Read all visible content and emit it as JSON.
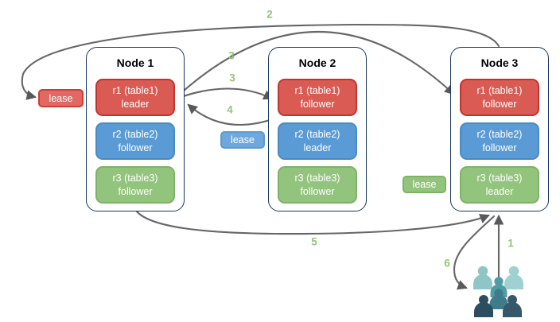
{
  "nodes": [
    {
      "title": "Node 1",
      "replicas": [
        {
          "name": "r1 (table1)",
          "role": "leader"
        },
        {
          "name": "r2 (table2)",
          "role": "follower"
        },
        {
          "name": "r3 (table3)",
          "role": "follower"
        }
      ]
    },
    {
      "title": "Node 2",
      "replicas": [
        {
          "name": "r1 (table1)",
          "role": "follower"
        },
        {
          "name": "r2 (table2)",
          "role": "leader"
        },
        {
          "name": "r3 (table3)",
          "role": "follower"
        }
      ]
    },
    {
      "title": "Node 3",
      "replicas": [
        {
          "name": "r1 (table1)",
          "role": "follower"
        },
        {
          "name": "r2 (table2)",
          "role": "follower"
        },
        {
          "name": "r3 (table3)",
          "role": "leader"
        }
      ]
    }
  ],
  "leases": [
    {
      "label": "lease",
      "color": "#e06963"
    },
    {
      "label": "lease",
      "color": "#6fa8dc"
    },
    {
      "label": "lease",
      "color": "#93c47d"
    }
  ],
  "steps": [
    {
      "text": "2"
    },
    {
      "text": "3"
    },
    {
      "text": "3"
    },
    {
      "text": "4"
    },
    {
      "text": "5"
    },
    {
      "text": "1"
    },
    {
      "text": "6"
    }
  ],
  "icons": {
    "users_group": "users-group-icon"
  },
  "colors": {
    "replica_red": "#d95b53",
    "replica_red_border": "#c0352e",
    "replica_blue": "#5b9bd5",
    "replica_blue_border": "#4a8bc2",
    "replica_green": "#93c47d",
    "replica_green_border": "#7fb269",
    "node_border": "#17375e",
    "arrow": "#666666",
    "step_label": "#93c47d",
    "users_light_teal": "#8ec6c8",
    "users_medium_teal": "#519ba4",
    "users_dark_teal": "#2b4d60"
  }
}
